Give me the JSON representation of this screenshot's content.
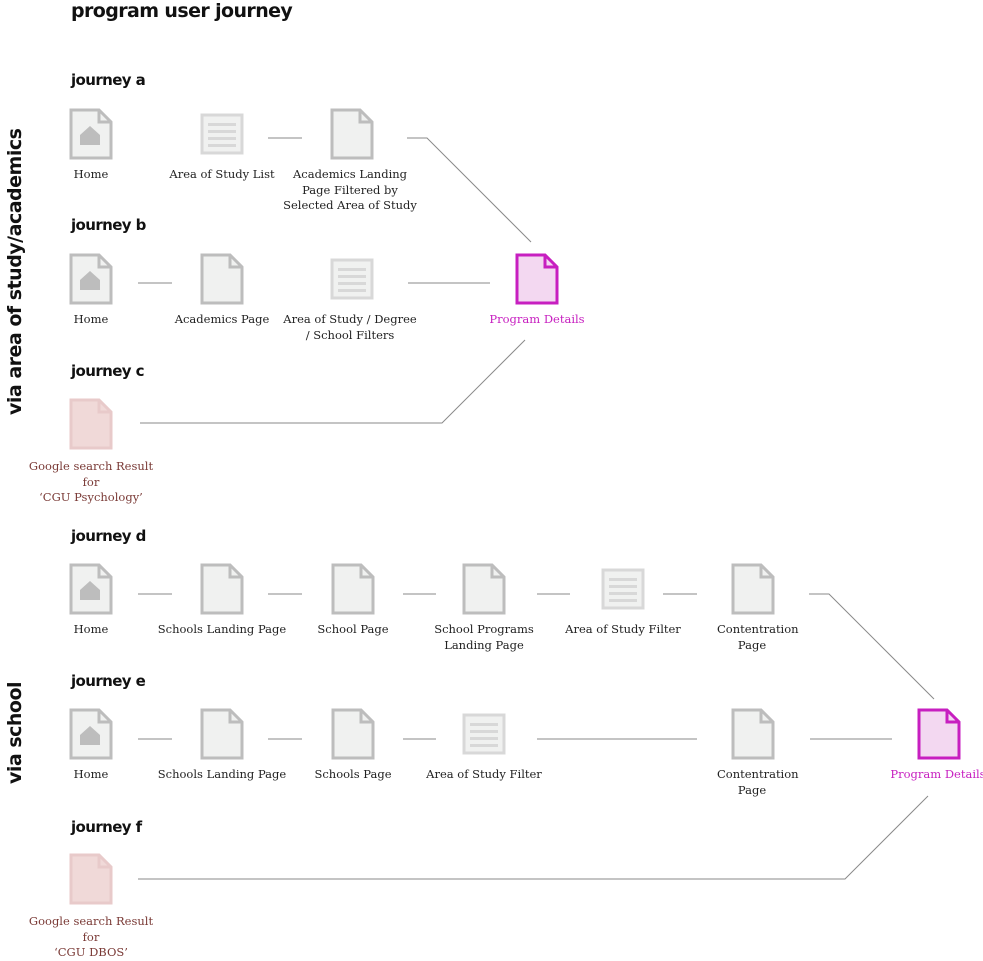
{
  "title": "program user journey",
  "sections": {
    "area": "via area of study/academics",
    "school": "via school"
  },
  "journeys": {
    "a": {
      "title": "journey a",
      "nodes": {
        "home": "Home",
        "area_list": "Area of Study List",
        "landing_filtered": "Academics Landing Page Filtered by Selected Area of Study"
      }
    },
    "b": {
      "title": "journey b",
      "nodes": {
        "home": "Home",
        "academics": "Academics Page",
        "filters": "Area of Study / Degree / School Filters"
      }
    },
    "c": {
      "title": "journey c",
      "nodes": {
        "google_line1": "Google search Result for",
        "google_line2": "‘CGU Psychology’"
      }
    },
    "d": {
      "title": "journey d",
      "nodes": {
        "home": "Home",
        "schools_landing": "Schools Landing Page",
        "school_page": "School Page",
        "programs_landing": "School Programs Landing Page",
        "area_filter": "Area of Study Filter",
        "concentration": "Contentration Page"
      }
    },
    "e": {
      "title": "journey e",
      "nodes": {
        "home": "Home",
        "schools_landing": "Schools Landing Page",
        "schools_page": "Schools Page",
        "area_filter": "Area of Study Filter",
        "concentration": "Contentration Page"
      }
    },
    "f": {
      "title": "journey f",
      "nodes": {
        "google_line1": "Google search Result for",
        "google_line2": "‘CGU DBOS’"
      }
    }
  },
  "destinations": {
    "top": "Program Details",
    "bottom": "Program Details"
  },
  "colors": {
    "gray_icon": "#bdbdbd",
    "gray_fill": "#f0f1f0",
    "list_icon": "#d8d8d8",
    "accent_pink": "#c71fc0",
    "accent_fill": "#f3d8f1",
    "google_icon": "#e8caca",
    "google_fill": "#f0d9d8",
    "google_text": "#7a3a36",
    "connector": "#8a8a8a"
  },
  "icons": {
    "home": "home-page-icon",
    "list": "list-page-icon",
    "page": "document-page-icon",
    "google": "search-result-page-icon",
    "destination": "program-details-page-icon"
  }
}
